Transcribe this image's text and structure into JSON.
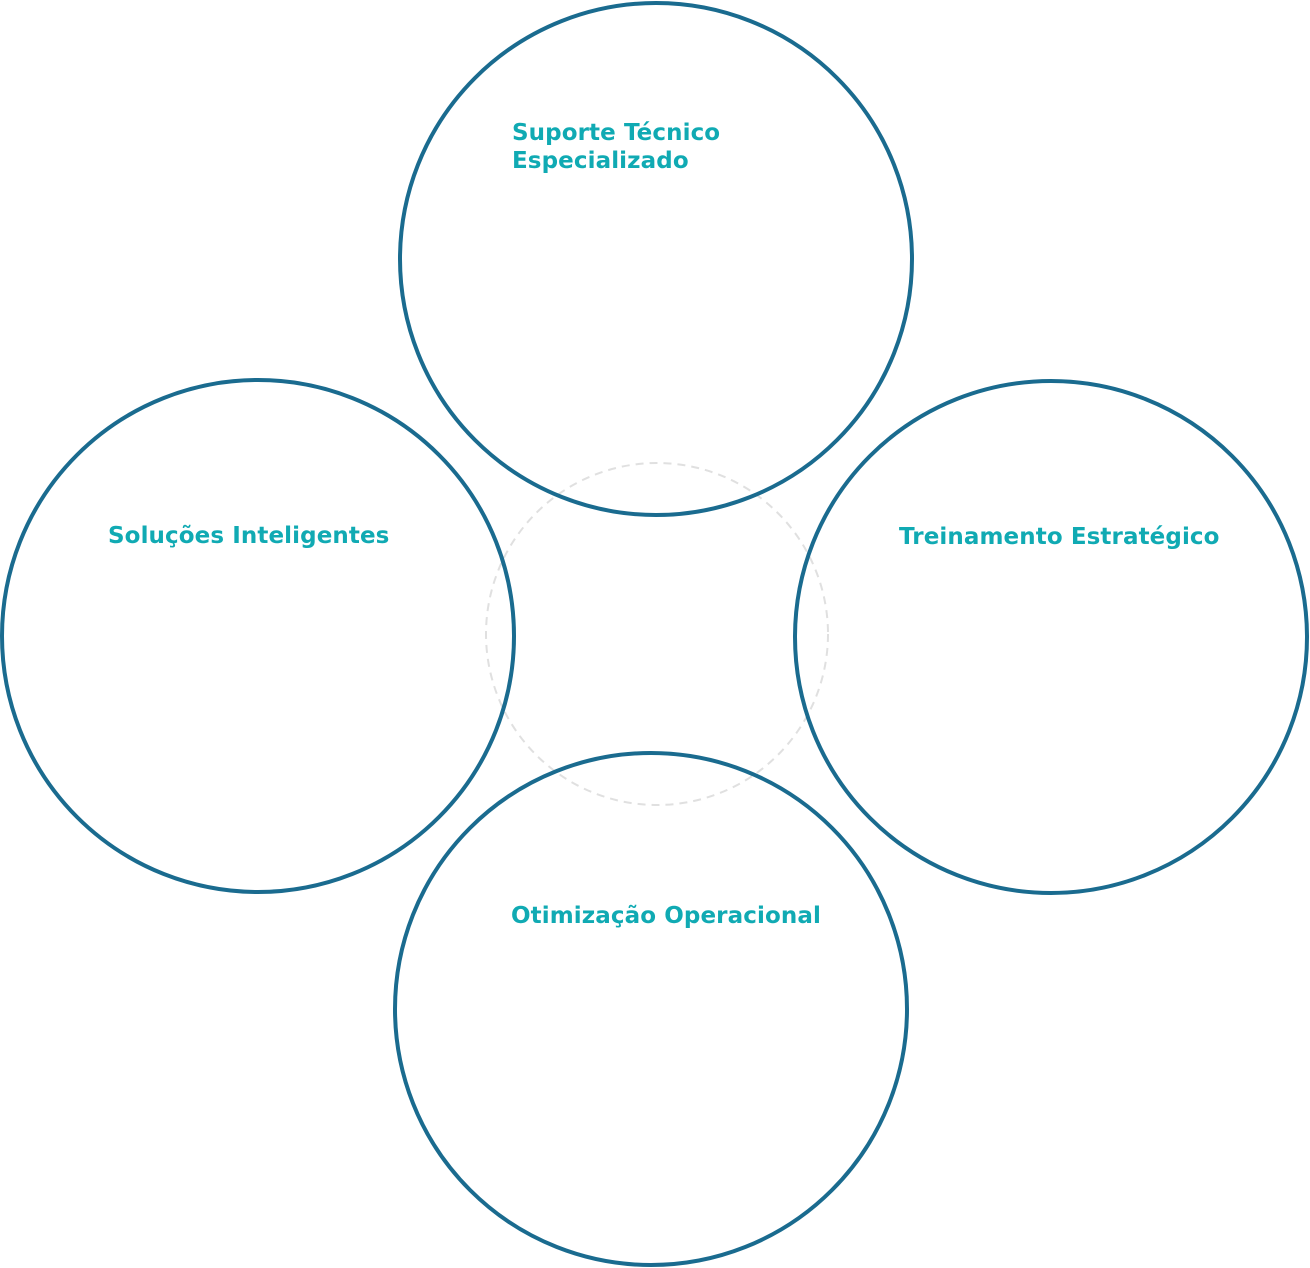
{
  "diagram": {
    "colors": {
      "circle_stroke": "#1a6b8f",
      "label_text": "#10aab3",
      "center_dashed": "#e0e0e0",
      "background": "#ffffff"
    },
    "nodes": [
      {
        "id": "top",
        "label_lines": [
          "Suporte Técnico",
          "Especializado"
        ]
      },
      {
        "id": "left",
        "label_lines": [
          "Soluções Inteligentes"
        ]
      },
      {
        "id": "right",
        "label_lines": [
          "Treinamento Estratégico"
        ]
      },
      {
        "id": "bottom",
        "label_lines": [
          "Otimização Operacional"
        ]
      }
    ]
  }
}
